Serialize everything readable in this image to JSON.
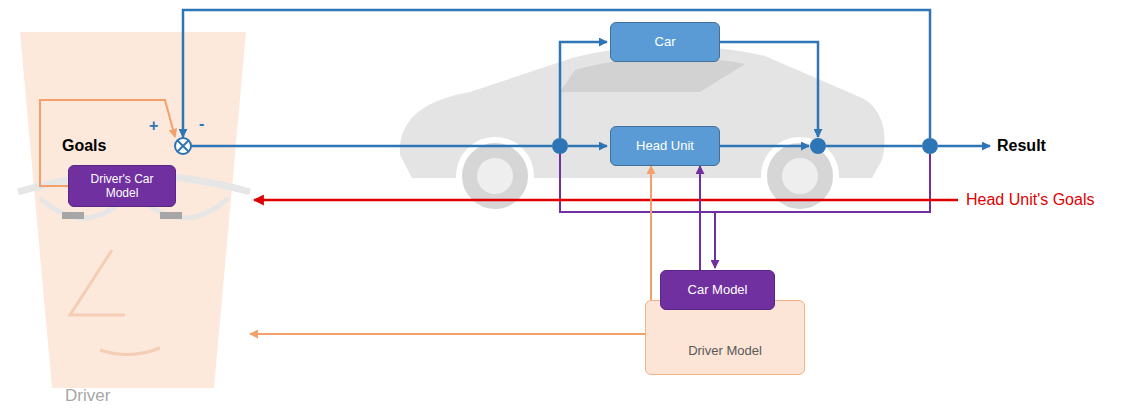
{
  "diagram": {
    "nodes": [
      {
        "text": [
          "Driver"
        ]
      },
      {
        "text": [
          "Driver's Car Model"
        ],
        "in": 0
      },
      {
        "text": [
          "Car"
        ]
      },
      {
        "text": [
          "Head Unit"
        ]
      },
      {
        "text": [
          "Car Model"
        ]
      },
      {
        "text": [
          "Driver Model"
        ]
      }
    ],
    "edges": [
      {
        "from": 4,
        "to": 3,
        "arrow": "to"
      },
      {
        "from": 5,
        "to": 3,
        "arrow": "to"
      },
      {
        "from": 5,
        "to": 0,
        "arrow": "to"
      }
    ],
    "labels": [
      "Goals",
      "+",
      "-",
      "Result",
      "Head Unit's Goals"
    ]
  }
}
